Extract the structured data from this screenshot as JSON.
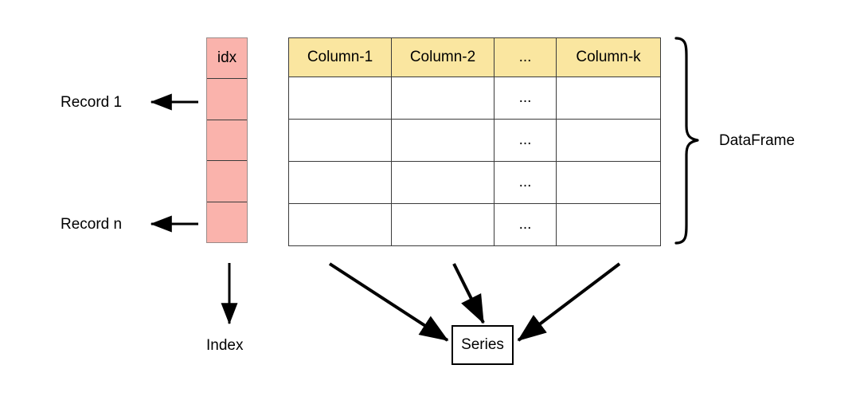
{
  "diagram": {
    "title_concepts": [
      "DataFrame",
      "Series",
      "Index"
    ],
    "index_column": {
      "header": "idx",
      "cells": [
        "idx",
        "",
        "",
        "",
        ""
      ],
      "fill_color": "#fab3ac",
      "border_color": "#9a8a88"
    },
    "dataframe": {
      "header_fill": "#fae6a0",
      "border_color": "#3b3b3b",
      "columns": [
        "Column-1",
        "Column-2",
        "...",
        "Column-k"
      ],
      "rows": [
        [
          "",
          "",
          "...",
          ""
        ],
        [
          "",
          "",
          "...",
          ""
        ],
        [
          "",
          "",
          "...",
          ""
        ],
        [
          "",
          "",
          "...",
          ""
        ]
      ]
    },
    "labels": {
      "record_first": "Record 1",
      "record_last": "Record n",
      "dataframe": "DataFrame",
      "index": "Index",
      "series": "Series"
    },
    "annotations": {
      "brace_label": "DataFrame",
      "index_arrow_target": "Index",
      "series_arrow_count": 3
    },
    "colors": {
      "pink": "#fab3ac",
      "yellow": "#fae6a0",
      "stroke": "#000000",
      "grid": "#3b3b3b",
      "background": "#ffffff"
    }
  }
}
